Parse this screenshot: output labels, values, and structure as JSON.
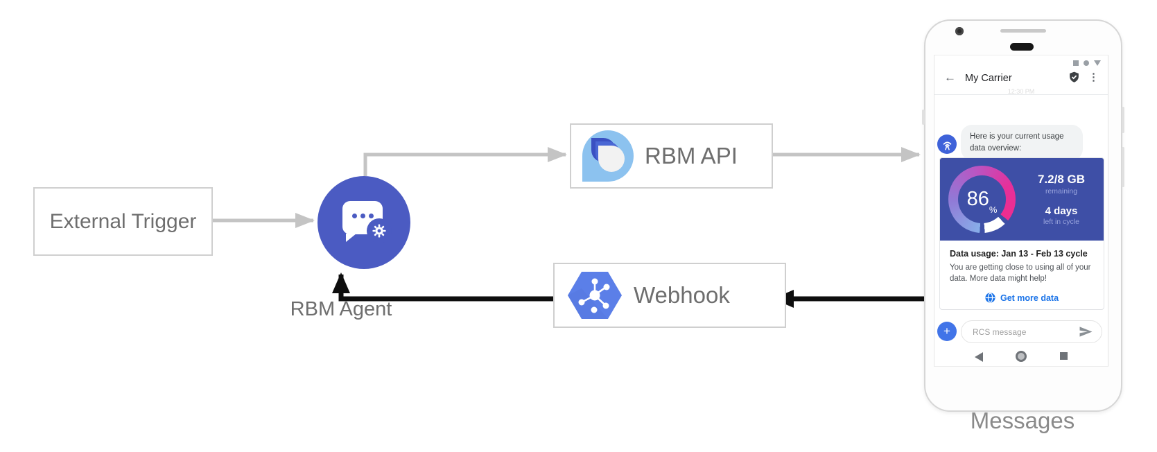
{
  "diagram": {
    "external_trigger_label": "External Trigger",
    "rbm_agent_label": "RBM Agent",
    "rbm_api_label": "RBM API",
    "webhook_label": "Webhook",
    "phone_caption": "Messages",
    "colors": {
      "agent_circle": "#4B5BC2",
      "arrow_gray": "#C4C4C4",
      "arrow_black": "#0E0E0E",
      "box_border": "#CFCFCF",
      "label_text": "#6E6E6E",
      "webhook_hexagon": "#5B7FE8",
      "api_logo_light": "#8CC2EF",
      "api_logo_dark": "#3A50C2"
    }
  },
  "phone": {
    "header": {
      "back_icon": "←",
      "title": "My Carrier",
      "menu_icon": "⋮"
    },
    "timestamp": "12:30 PM",
    "chat": {
      "agent_message": "Here is your current usage data overview:"
    },
    "usage_card": {
      "percent_value": "86",
      "percent_unit": "%",
      "remaining_value": "7.2/8 GB",
      "remaining_label": "remaining",
      "cycle_value": "4 days",
      "cycle_label": "left in cycle",
      "title": "Data usage: Jan 13 - Feb 13 cycle",
      "body_line1": "You are getting close to using all of your data.",
      "body_line2": "More data might help!",
      "action_label": "Get more data",
      "card_color": "#3E4FA6",
      "ring_colors": [
        "#87AEE9",
        "#9179D6",
        "#EE2D8F",
        "#FFFFFF"
      ],
      "action_color": "#1A73E8"
    },
    "composer": {
      "plus_label": "+",
      "placeholder": "RCS message"
    }
  }
}
